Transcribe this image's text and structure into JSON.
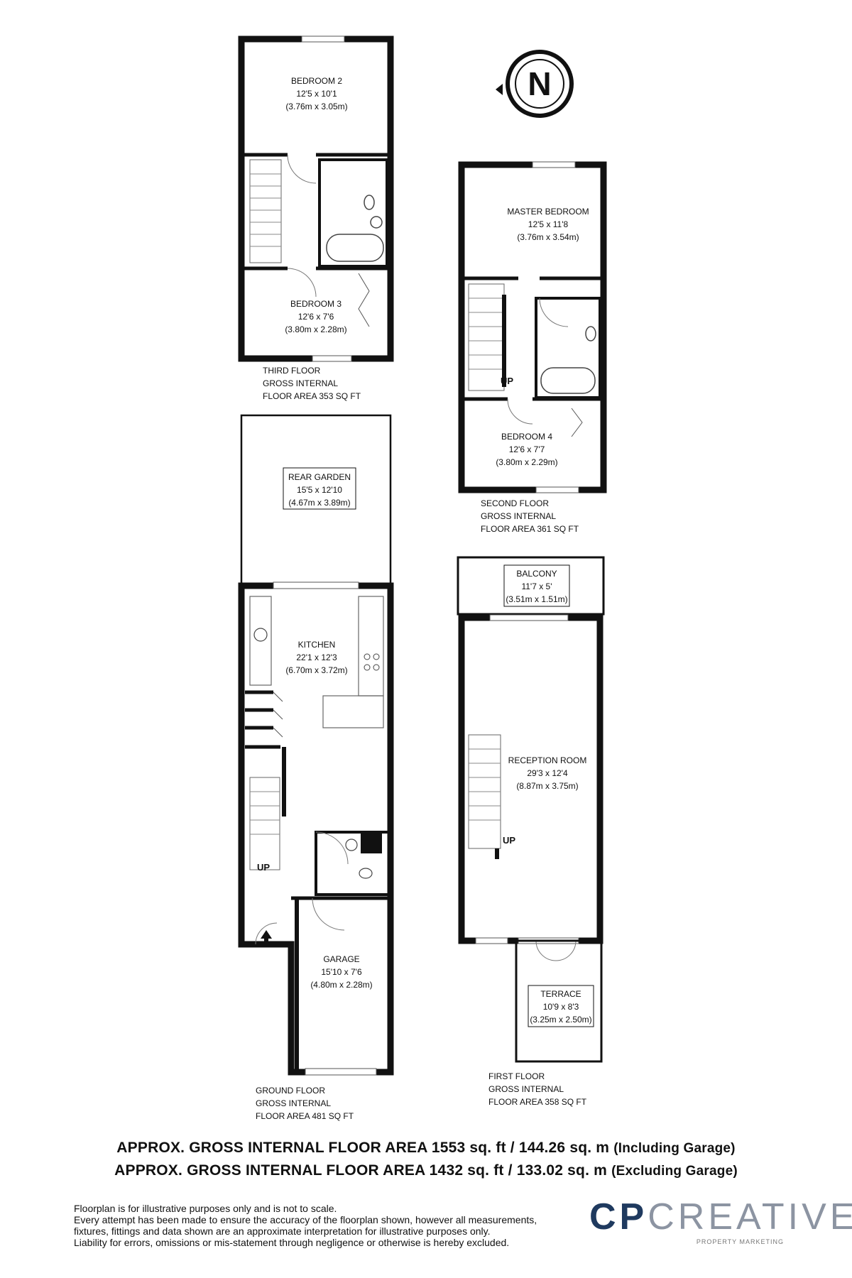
{
  "compass": {
    "label": "N"
  },
  "rooms": {
    "bedroom2": {
      "name": "BEDROOM 2",
      "size_imperial": "12'5 x 10'1",
      "size_metric": "(3.76m x 3.05m)"
    },
    "bedroom3": {
      "name": "BEDROOM 3",
      "size_imperial": "12'6 x 7'6",
      "size_metric": "(3.80m x 2.28m)"
    },
    "master_bedroom": {
      "name": "MASTER BEDROOM",
      "size_imperial": "12'5 x 11'8",
      "size_metric": "(3.76m x 3.54m)"
    },
    "bedroom4": {
      "name": "BEDROOM 4",
      "size_imperial": "12'6 x 7'7",
      "size_metric": "(3.80m x 2.29m)"
    },
    "rear_garden": {
      "name": "REAR GARDEN",
      "size_imperial": "15'5 x 12'10",
      "size_metric": "(4.67m x 3.89m)"
    },
    "kitchen": {
      "name": "KITCHEN",
      "size_imperial": "22'1 x 12'3",
      "size_metric": "(6.70m x 3.72m)"
    },
    "garage": {
      "name": "GARAGE",
      "size_imperial": "15'10 x 7'6",
      "size_metric": "(4.80m x 2.28m)"
    },
    "balcony": {
      "name": "BALCONY",
      "size_imperial": "11'7 x 5'",
      "size_metric": "(3.51m x 1.51m)"
    },
    "reception": {
      "name": "RECEPTION ROOM",
      "size_imperial": "29'3 x 12'4",
      "size_metric": "(8.87m x 3.75m)"
    },
    "terrace": {
      "name": "TERRACE",
      "size_imperial": "10'9 x 8'3",
      "size_metric": "(3.25m x 2.50m)"
    }
  },
  "stair_labels": {
    "up": "UP"
  },
  "floors": {
    "third": {
      "line1": "THIRD FLOOR",
      "line2": "GROSS INTERNAL",
      "line3": "FLOOR AREA 353 SQ FT"
    },
    "second": {
      "line1": "SECOND FLOOR",
      "line2": "GROSS INTERNAL",
      "line3": "FLOOR AREA 361 SQ FT"
    },
    "ground": {
      "line1": "GROUND FLOOR",
      "line2": "GROSS INTERNAL",
      "line3": "FLOOR AREA 481 SQ FT"
    },
    "first": {
      "line1": "FIRST FLOOR",
      "line2": "GROSS INTERNAL",
      "line3": "FLOOR AREA 358 SQ FT"
    }
  },
  "summary": {
    "line1_main": "APPROX. GROSS INTERNAL FLOOR AREA 1553 sq. ft / 144.26 sq. m",
    "line1_qualifier": "(Including Garage)",
    "line2_main": "APPROX. GROSS INTERNAL FLOOR AREA 1432 sq. ft / 133.02 sq. m",
    "line2_qualifier": "(Excluding Garage)"
  },
  "disclaimer": {
    "line1": "Floorplan is for illustrative purposes only and is not to scale.",
    "line2": "Every attempt has been made to ensure the accuracy of the floorplan shown, however all measurements,",
    "line3": "fixtures, fittings and data shown are an approximate interpretation for illustrative purposes only.",
    "line4": "Liability for errors, omissions or mis-statement through negligence or otherwise is hereby excluded."
  },
  "logo": {
    "part1": "CP",
    "part2": "CREATIVE",
    "tagline": "PROPERTY MARKETING"
  },
  "colors": {
    "wall": "#111111",
    "logo_dark": "#1f3a5f",
    "logo_light": "#8c94a2"
  }
}
